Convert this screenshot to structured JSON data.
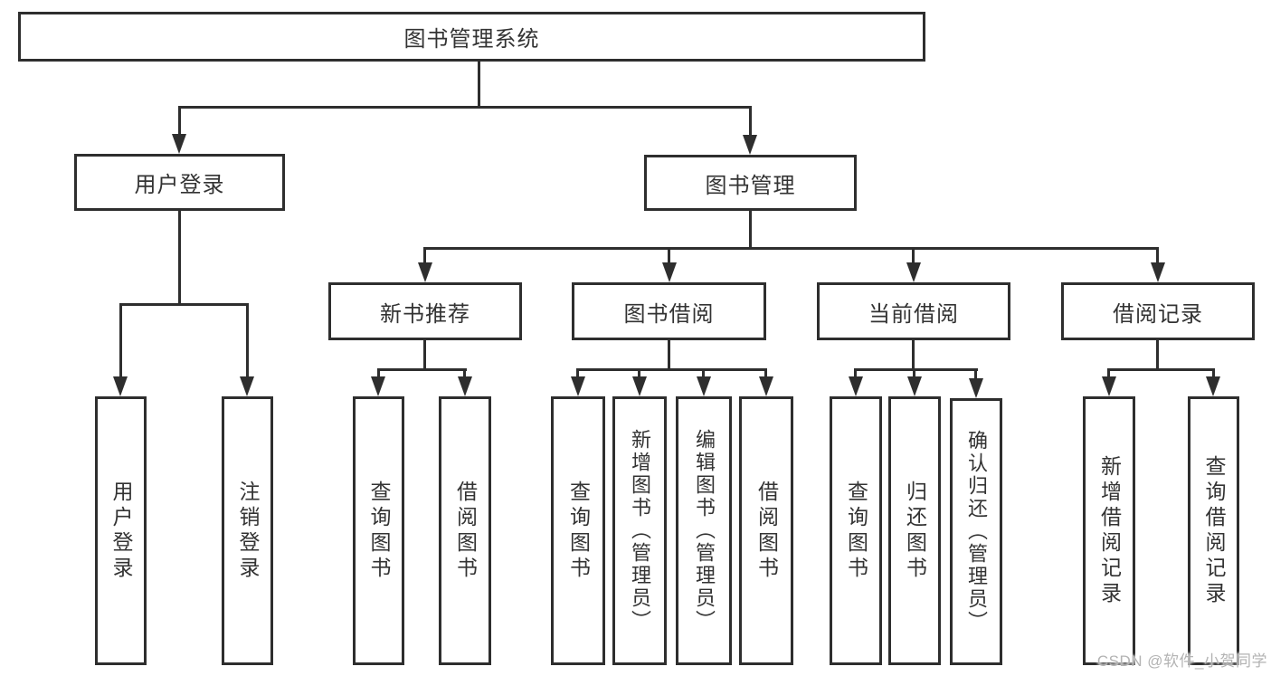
{
  "diagram": {
    "type": "hierarchy-tree",
    "line_color": "#2e2e2e",
    "text_color": "#333333",
    "root": {
      "label": "图书管理系统"
    },
    "branches": [
      {
        "label": "用户登录",
        "children": [
          {
            "label": "用户登录"
          },
          {
            "label": "注销登录"
          }
        ]
      },
      {
        "label": "图书管理",
        "children": [
          {
            "label": "新书推荐",
            "children": [
              {
                "label": "查询图书"
              },
              {
                "label": "借阅图书"
              }
            ]
          },
          {
            "label": "图书借阅",
            "children": [
              {
                "label": "查询图书"
              },
              {
                "label": "新增图书（管理员）"
              },
              {
                "label": "编辑图书（管理员）"
              },
              {
                "label": "借阅图书"
              }
            ]
          },
          {
            "label": "当前借阅",
            "children": [
              {
                "label": "查询图书"
              },
              {
                "label": "归还图书"
              },
              {
                "label": "确认归还（管理员）"
              }
            ]
          },
          {
            "label": "借阅记录",
            "children": [
              {
                "label": "新增借阅记录"
              },
              {
                "label": "查询借阅记录"
              }
            ]
          }
        ]
      }
    ]
  },
  "watermark": {
    "text": "CSDN @软件_小贺同学",
    "color": "#b3b3b3"
  }
}
